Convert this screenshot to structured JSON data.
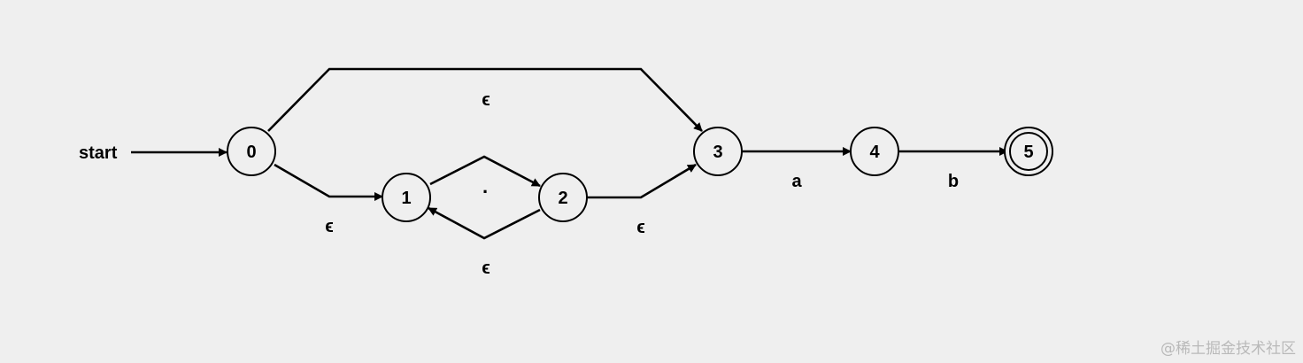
{
  "start_label": "start",
  "states": [
    {
      "id": "s0",
      "label": "0",
      "accepting": false
    },
    {
      "id": "s1",
      "label": "1",
      "accepting": false
    },
    {
      "id": "s2",
      "label": "2",
      "accepting": false
    },
    {
      "id": "s3",
      "label": "3",
      "accepting": false
    },
    {
      "id": "s4",
      "label": "4",
      "accepting": false
    },
    {
      "id": "s5",
      "label": "5",
      "accepting": true
    }
  ],
  "transitions": [
    {
      "from": "0",
      "to": "3",
      "label": "ϵ"
    },
    {
      "from": "0",
      "to": "1",
      "label": "ϵ"
    },
    {
      "from": "1",
      "to": "2",
      "label": "."
    },
    {
      "from": "2",
      "to": "1",
      "label": "ϵ"
    },
    {
      "from": "2",
      "to": "3",
      "label": "ϵ"
    },
    {
      "from": "3",
      "to": "4",
      "label": "a"
    },
    {
      "from": "4",
      "to": "5",
      "label": "b"
    }
  ],
  "watermark": "@稀土掘金技术社区",
  "colors": {
    "background": "#efefef",
    "stroke": "#000000",
    "watermark": "#b9b9b9"
  }
}
